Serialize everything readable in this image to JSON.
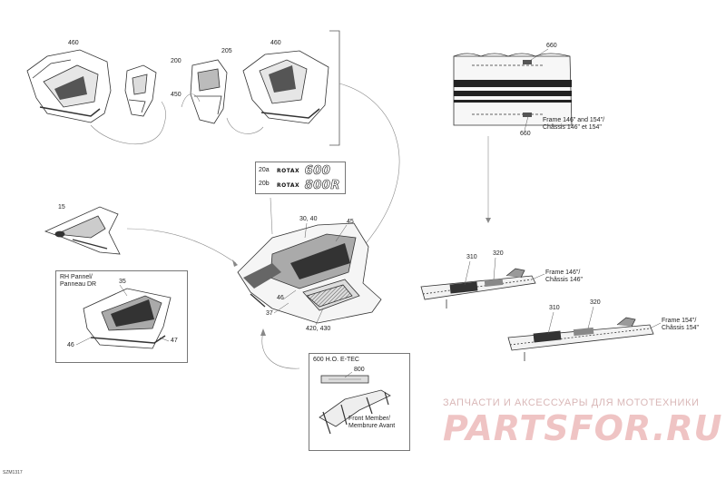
{
  "callouts": {
    "c460_left": "460",
    "c200": "200",
    "c205": "205",
    "c450": "450",
    "c460_right": "460",
    "c660_top": "660",
    "c660_bottom": "660",
    "c20a": "20a",
    "c20b": "20b",
    "c30_40": "30, 40",
    "c45": "45",
    "c15": "15",
    "c35": "35",
    "c46_inset": "46",
    "c47": "47",
    "c46_main": "46",
    "c37": "37",
    "c420_430": "420, 430",
    "c310_a": "310",
    "c320_a": "320",
    "c310_b": "310",
    "c320_b": "320",
    "c800": "800"
  },
  "notes": {
    "frame_146_154": "Frame 146\" and 154\"/\nChâssis 146\" et 154\"",
    "frame_146": "Frame 146\"/\nChâssis 146\"",
    "frame_154": "Frame 154\"/\nChâssis 154\"",
    "front_member": "Front Member/\nMembrure Avant"
  },
  "boxes": {
    "rh_panel_title": "RH Pannel/\nPanneau DR",
    "ho_etec_title": "600 H.O. E-TEC"
  },
  "badges": {
    "rotax_small": "ROTAX",
    "badge_600": "600",
    "badge_800r": "800R"
  },
  "watermark": {
    "line1": "ЗАПЧАСТИ И АКСЕССУАРЫ ДЛЯ МОТОТЕХНИКИ",
    "line2": "PARTSFOR.RU"
  },
  "figure_code": "SZM1317",
  "colors": {
    "line": "#333333",
    "leader": "#888888",
    "watermark_light": "#d9b7b7",
    "watermark_bold": "#efc4c4"
  }
}
